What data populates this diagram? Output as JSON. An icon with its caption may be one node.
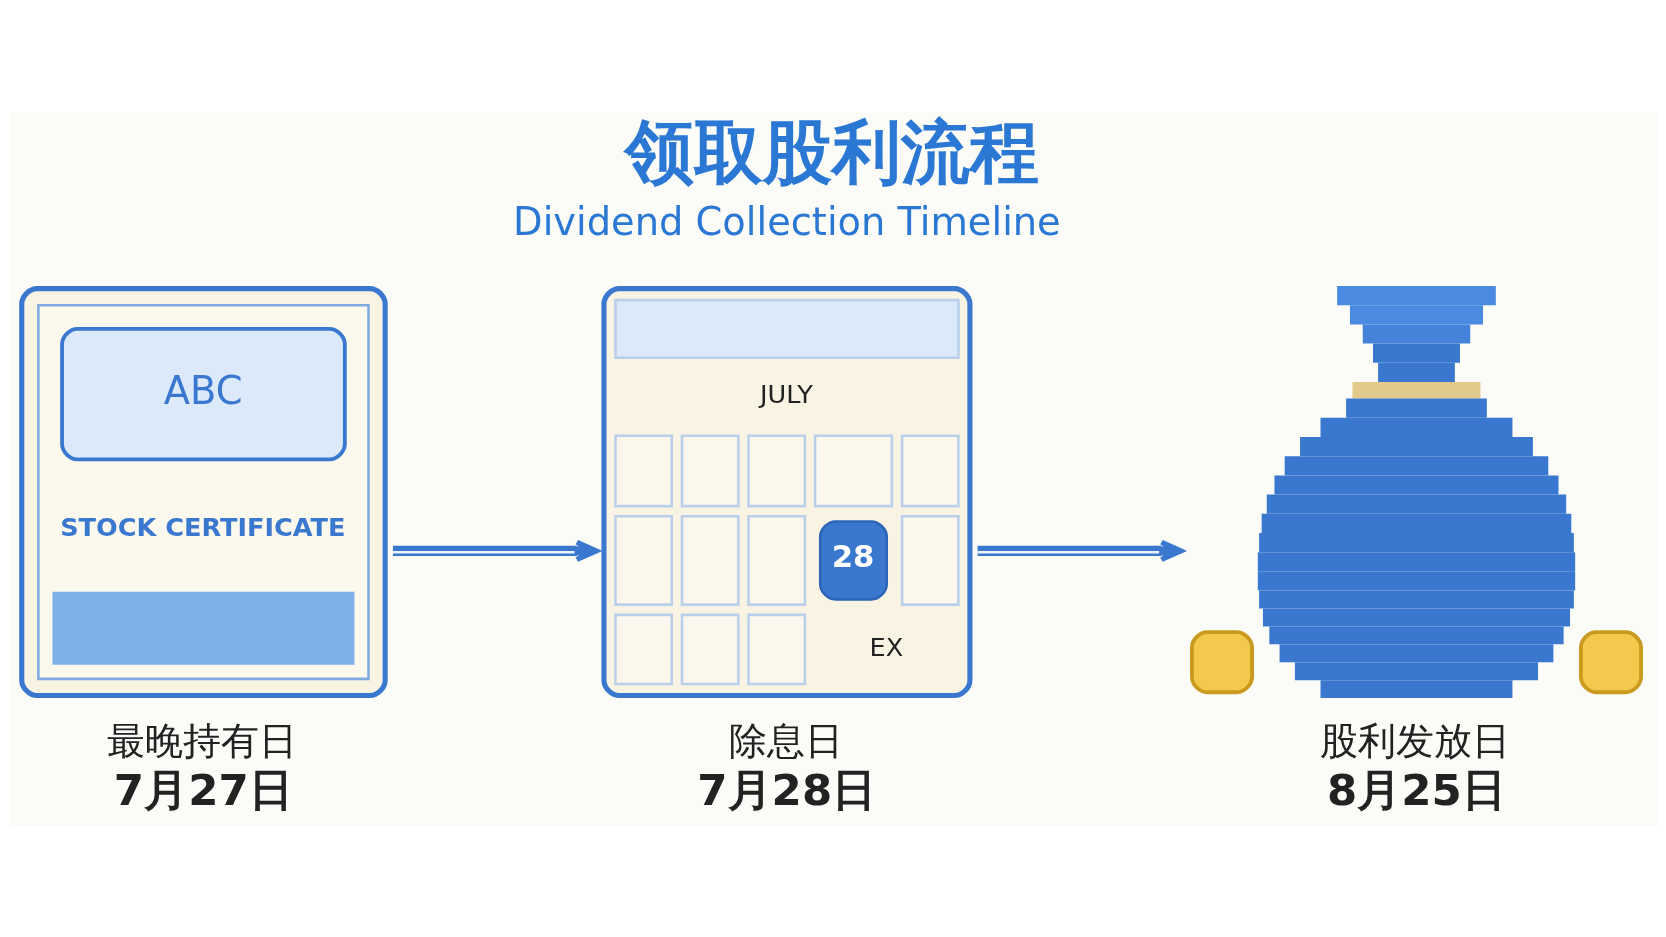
{
  "diagram": {
    "title": "领取股利流程",
    "nodes": [
      {
        "text": [
          "ABC",
          "STOCK CERTIFICATE"
        ],
        "beside": [
          "最晚持有日",
          "7月27日"
        ]
      },
      {
        "text": [
          "JULY",
          "28",
          "EX"
        ],
        "beside": [
          "除息日",
          "7月28日"
        ]
      },
      {
        "text": [],
        "shape": "picture",
        "beside": [
          "股利发放日",
          "8月25日"
        ]
      }
    ],
    "edges": [
      {
        "from": 0,
        "to": 1,
        "arrow": "to"
      },
      {
        "from": 1,
        "to": 2,
        "arrow": "to"
      }
    ],
    "labels": [
      "Dividend Collection Timeline"
    ]
  }
}
